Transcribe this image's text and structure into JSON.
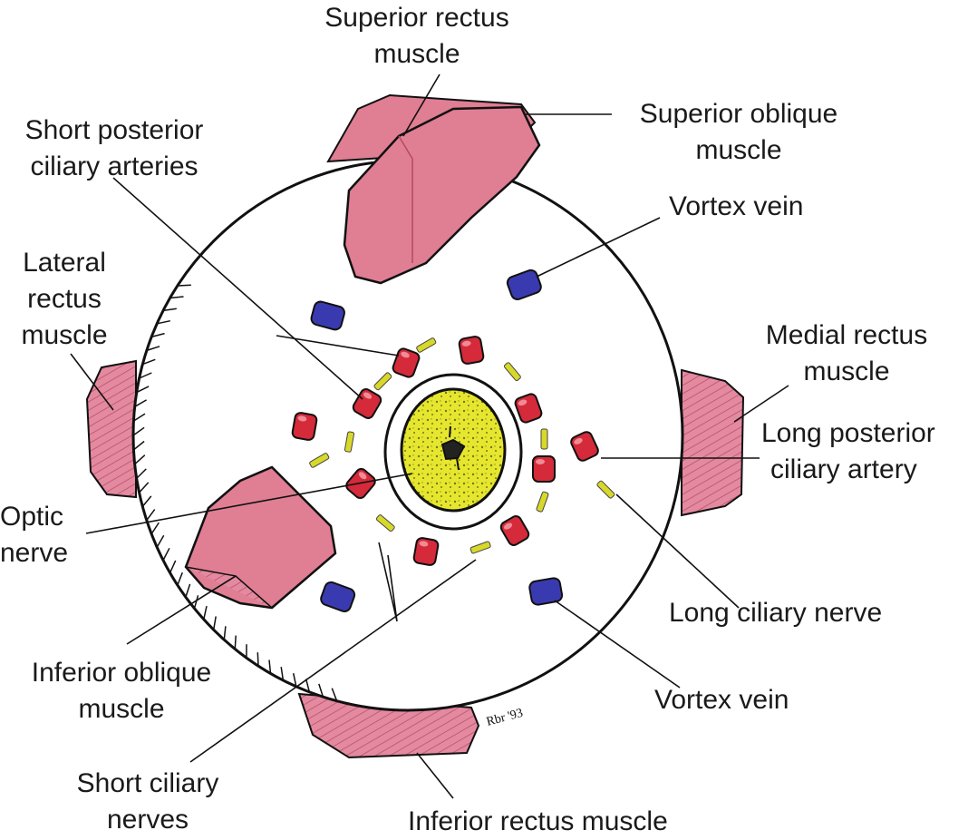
{
  "labels": {
    "superior_rectus": [
      "Superior rectus",
      "muscle"
    ],
    "superior_oblique": [
      "Superior oblique",
      "muscle"
    ],
    "short_posterior_ciliary": [
      "Short posterior",
      "ciliary arteries"
    ],
    "vortex_vein_top": [
      "Vortex vein"
    ],
    "lateral_rectus": [
      "Lateral",
      "rectus",
      "muscle"
    ],
    "medial_rectus": [
      "Medial rectus",
      "muscle"
    ],
    "long_posterior_ciliary": [
      "Long posterior",
      "ciliary artery"
    ],
    "optic_nerve": [
      "Optic",
      "nerve"
    ],
    "long_ciliary_nerve": [
      "Long ciliary nerve"
    ],
    "inferior_oblique": [
      "Inferior oblique",
      "muscle"
    ],
    "vortex_vein_bottom": [
      "Vortex vein"
    ],
    "short_ciliary_nerves": [
      "Short ciliary",
      "nerves"
    ],
    "inferior_rectus": [
      "Inferior rectus muscle"
    ]
  },
  "signature": "Rbr '93",
  "colors": {
    "muscle": "#e07e93",
    "muscle_dark": "#b54a62",
    "artery": "#d42a3a",
    "vein": "#3a3ab0",
    "nerve": "#d8d82a",
    "optic_core": "#e6e62c",
    "outline": "#111111"
  }
}
